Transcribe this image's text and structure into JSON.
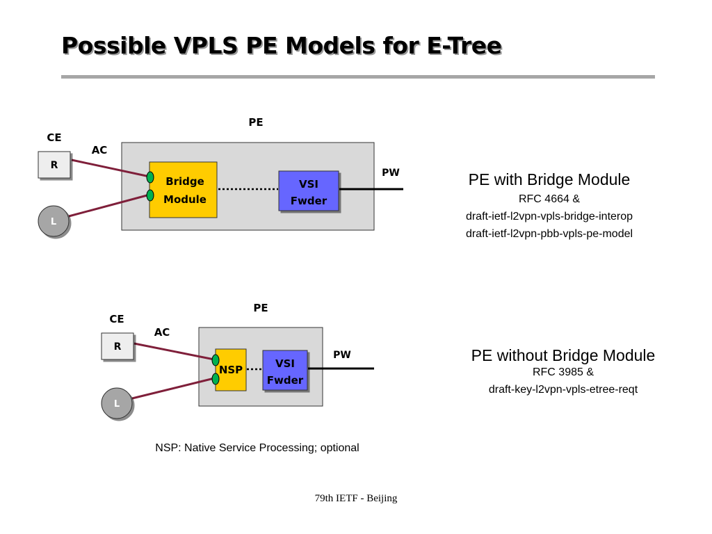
{
  "slide": {
    "title": "Possible VPLS PE Models for E-Tree",
    "footer": "79th IETF - Beijing",
    "note": "NSP: Native Service Processing; optional"
  },
  "diagram1": {
    "pe_label": "PE",
    "ce_label": "CE",
    "ac_label": "AC",
    "pw_label": "PW",
    "root_label": "R",
    "leaf_label": "L",
    "module_line1": "Bridge",
    "module_line2": "Module",
    "vsi_line1": "VSI",
    "vsi_line2": "Fwder"
  },
  "diagram2": {
    "pe_label": "PE",
    "ce_label": "CE",
    "ac_label": "AC",
    "pw_label": "PW",
    "root_label": "R",
    "leaf_label": "L",
    "module_label": "NSP",
    "vsi_line1": "VSI",
    "vsi_line2": "Fwder"
  },
  "desc1": {
    "heading": "PE with Bridge Module",
    "lines": [
      "RFC 4664 &",
      "draft-ietf-l2vpn-vpls-bridge-interop",
      "draft-ietf-l2vpn-pbb-vpls-pe-model"
    ]
  },
  "desc2": {
    "heading": "PE without Bridge Module",
    "lines": [
      "RFC 3985 &",
      "draft-key-l2vpn-vpls-etree-reqt"
    ]
  },
  "colors": {
    "pe_box": "#d9d9d9",
    "module": "#ffcc00",
    "vsi": "#6666ff",
    "ac_link": "#7f1f3a",
    "port": "#00b050",
    "leaf_circle": "#a6a6a6"
  }
}
